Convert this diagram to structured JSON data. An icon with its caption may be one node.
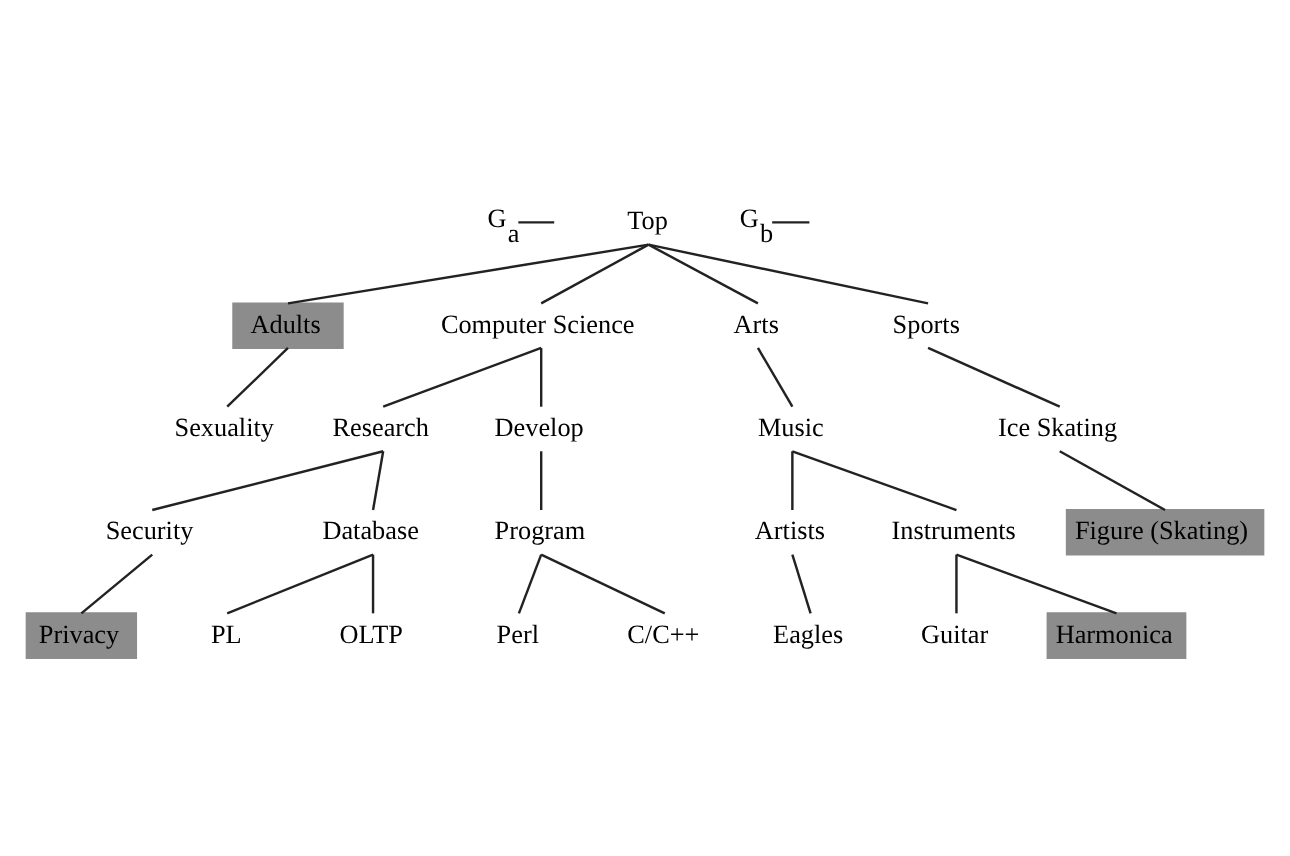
{
  "diagram": {
    "nodes": [
      {
        "text": [
          "G$_{a}$"
        ]
      },
      {
        "text": [
          "Top"
        ]
      },
      {
        "text": [
          "G$_{b}$"
        ]
      },
      {
        "text": [
          "Adults"
        ]
      },
      {
        "text": [
          "Computer Science"
        ]
      },
      {
        "text": [
          "Arts"
        ]
      },
      {
        "text": [
          "Sports"
        ]
      },
      {
        "text": [
          "Sexuality"
        ]
      },
      {
        "text": [
          "Research"
        ]
      },
      {
        "text": [
          "Develop"
        ]
      },
      {
        "text": [
          "Music"
        ]
      },
      {
        "text": [
          "Ice Skating"
        ]
      },
      {
        "text": [
          "Security"
        ]
      },
      {
        "text": [
          "Database"
        ]
      },
      {
        "text": [
          "Program"
        ]
      },
      {
        "text": [
          "Artists"
        ]
      },
      {
        "text": [
          "Instruments"
        ]
      },
      {
        "text": [
          "Figure (Skating)"
        ]
      },
      {
        "text": [
          "Privacy"
        ]
      },
      {
        "text": [
          "PL"
        ]
      },
      {
        "text": [
          "OLTP"
        ]
      },
      {
        "text": [
          "Perl"
        ]
      },
      {
        "text": [
          "C/C++"
        ]
      },
      {
        "text": [
          "Eagles"
        ]
      },
      {
        "text": [
          "Guitar"
        ]
      },
      {
        "text": [
          "Harmonica"
        ]
      }
    ],
    "edges": [
      {
        "from": 0,
        "to": null,
        "arrow": "none"
      },
      {
        "from": 2,
        "to": null,
        "arrow": "none"
      },
      {
        "from": 1,
        "to": 3,
        "arrow": "none"
      },
      {
        "from": 1,
        "to": 4,
        "arrow": "none"
      },
      {
        "from": 1,
        "to": 5,
        "arrow": "none"
      },
      {
        "from": 1,
        "to": 6,
        "arrow": "none"
      },
      {
        "from": 3,
        "to": 7,
        "arrow": "none"
      },
      {
        "from": 4,
        "to": 8,
        "arrow": "none"
      },
      {
        "from": 4,
        "to": 9,
        "arrow": "none"
      },
      {
        "from": 5,
        "to": 10,
        "arrow": "none"
      },
      {
        "from": 6,
        "to": 11,
        "arrow": "none"
      },
      {
        "from": 8,
        "to": 12,
        "arrow": "none"
      },
      {
        "from": 8,
        "to": 13,
        "arrow": "none"
      },
      {
        "from": 9,
        "to": 14,
        "arrow": "none"
      },
      {
        "from": 10,
        "to": 15,
        "arrow": "none"
      },
      {
        "from": 10,
        "to": 16,
        "arrow": "none"
      },
      {
        "from": 11,
        "to": 17,
        "arrow": "none"
      },
      {
        "from": 12,
        "to": 18,
        "arrow": "none"
      },
      {
        "from": 13,
        "to": 19,
        "arrow": "none"
      },
      {
        "from": 13,
        "to": 20,
        "arrow": "none"
      },
      {
        "from": 14,
        "to": 21,
        "arrow": "none"
      },
      {
        "from": 14,
        "to": 22,
        "arrow": "none"
      },
      {
        "from": 15,
        "to": 23,
        "arrow": "none"
      },
      {
        "from": 16,
        "to": 24,
        "arrow": "none"
      },
      {
        "from": 16,
        "to": 25,
        "arrow": "none"
      }
    ]
  }
}
